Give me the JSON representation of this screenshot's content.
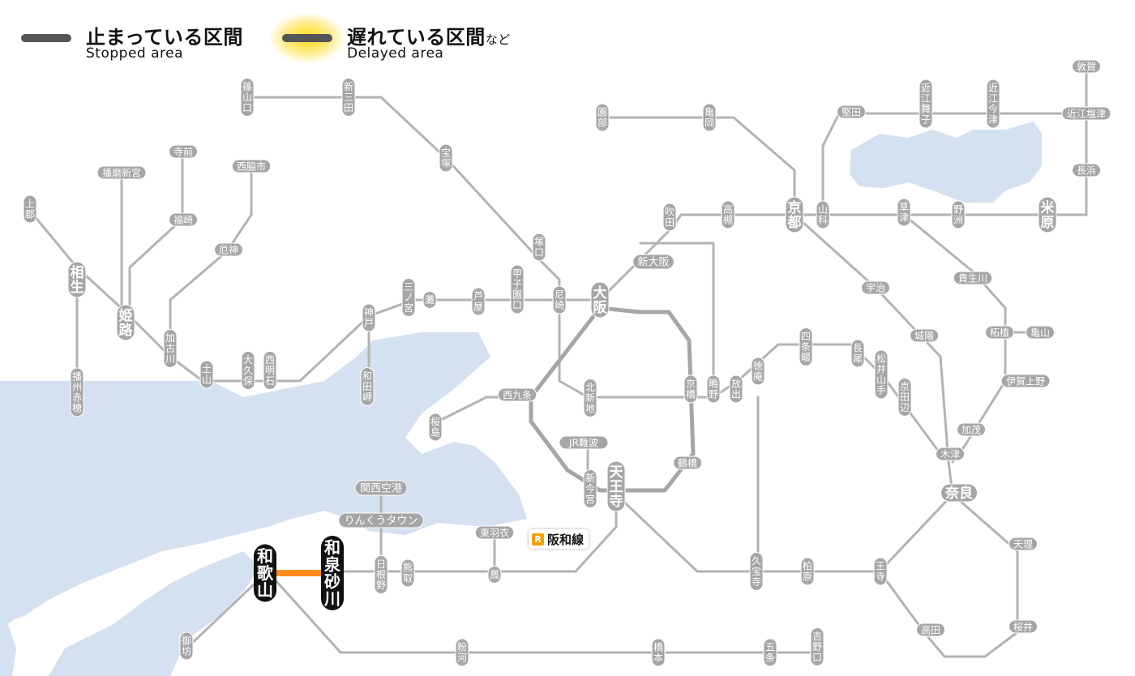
{
  "legend": {
    "stopped_ja": "止まっている区間",
    "stopped_en": "Stopped area",
    "delayed_ja": "遅れている区間",
    "delayed_suffix": "など",
    "delayed_en": "Delayed area"
  },
  "line_badge": {
    "mark": "R",
    "name": "阪和線"
  },
  "colors": {
    "track": "#b3b3b3",
    "station": "#a6a6a6",
    "water": "#d3e1f1",
    "delay": "#ff8c1a",
    "stopped_station": "#111111"
  },
  "stations": {
    "sasayamaguchi": "篠山口",
    "shinsanda": "新三田",
    "takarazuka": "宝塚",
    "tsukaguchi": "塚口",
    "amagasaki": "尼崎",
    "osaka": "大阪",
    "shinosaka": "新大阪",
    "suita": "吹田",
    "takatsuki": "高槻",
    "kyoto": "京都",
    "yamashina": "山科",
    "sonobe": "園部",
    "kameoka": "亀岡",
    "katata": "堅田",
    "omimaiko": "近江舞子",
    "omiimazu": "近江今津",
    "tsuruga": "敦賀",
    "omishiotsu": "近江塩津",
    "nagahama": "長浜",
    "maibara": "米原",
    "yasu": "野洲",
    "kusatsu": "草津",
    "uji": "宇治",
    "joyo": "城陽",
    "kizu": "木津",
    "nara": "奈良",
    "kamo": "加茂",
    "iga_ueno": "伊賀上野",
    "tsuge": "柘植",
    "kameyama": "亀山",
    "ogawa": "貴生川",
    "tenri": "天理",
    "sakurai": "桜井",
    "takada": "高田",
    "oji": "王寺",
    "kashiwara": "柏原",
    "kyuhoji": "久宝寺",
    "tennoji": "天王寺",
    "shin_imamiya": "新今宮",
    "jr_namba": "JR難波",
    "tsuruhashi": "鶴橋",
    "kyobashi": "京橋",
    "shigino": "鴫野",
    "hanaten": "放出",
    "tokuan": "徳庵",
    "shijonawate": "四条畷",
    "nagao": "長尾",
    "matsuiyamate": "松井山手",
    "kyotanabe": "京田辺",
    "kitashinchi": "北新地",
    "nishikujo": "西九条",
    "sakurajima": "桜島",
    "kobe": "神戸",
    "sannomiya": "三ノ宮",
    "nada": "灘",
    "ashiya": "芦屋",
    "koshienguchi": "甲子園口",
    "wadamisaki": "和田岬",
    "nishiakashi": "西明石",
    "okubo": "大久保",
    "dobayama": "土山",
    "kakogawa": "加古川",
    "yakujin": "厄神",
    "nishiwakishi": "西脇市",
    "fukusaki": "福崎",
    "teramae": "寺前",
    "harimashingu": "播磨新宮",
    "himeji": "姫路",
    "aioi": "相生",
    "kamigori": "上郡",
    "banshuako": "播州赤穂",
    "kansai_airport": "関西空港",
    "rinku": "りんくうタウン",
    "hineno": "日根野",
    "kumatori": "熊取",
    "higashihagoromo": "東羽衣",
    "otori": "鳳",
    "izumisunagawa": "和泉砂川",
    "wakayama": "和歌山",
    "gobo": "御坊",
    "kokawa": "粉河",
    "hashimoto": "橋本",
    "gojo": "五条",
    "yoshinoguchi": "吉野口"
  }
}
